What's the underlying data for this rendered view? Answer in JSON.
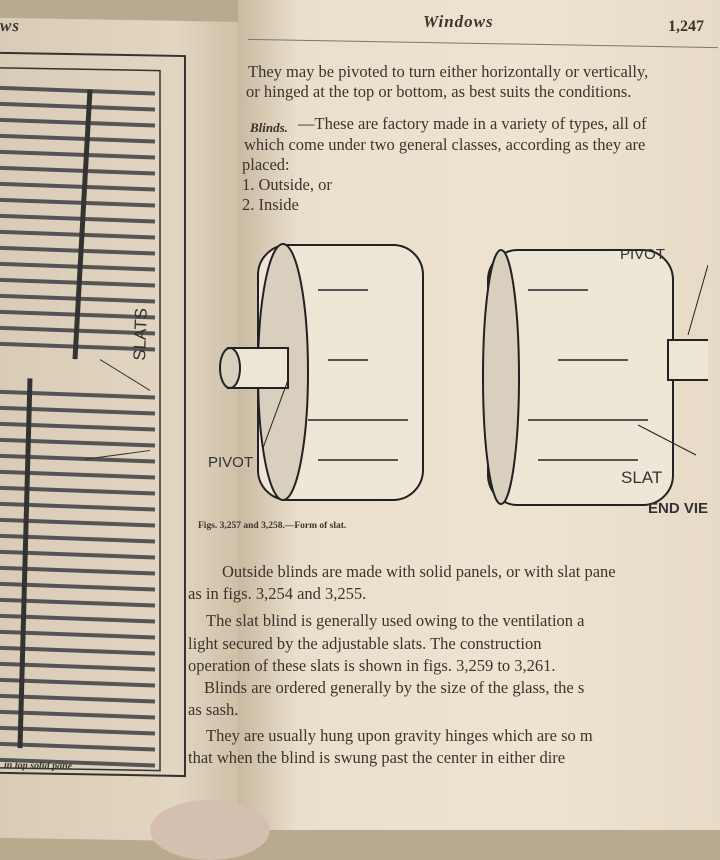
{
  "left_page": {
    "running_head": "ws",
    "figure_label": "SLATS",
    "caption": "in top solid pane"
  },
  "right_page": {
    "running_head": "Windows",
    "page_number": "1,247",
    "paragraph1": [
      "They may be pivoted to turn either horizontally or vertically,",
      "or hinged at the top or bottom, as best suits the conditions."
    ],
    "blinds_heading": "Blinds.",
    "paragraph2": [
      "—These are factory made in a variety of types, all of",
      "which come under two general classes, according as they are",
      "placed:"
    ],
    "list": [
      "1. Outside, or",
      "2. Inside"
    ],
    "figure": {
      "labels": {
        "pivot_left": "PIVOT",
        "pivot_right": "PIVOT",
        "slat": "SLAT",
        "end_view": "END VIE"
      },
      "caption": "Figs. 3,257 and 3,258.—Form of slat."
    },
    "body_lines": [
      "Outside blinds are made with solid panels, or with slat pane",
      "as in figs. 3,254 and 3,255.",
      "The slat blind is generally used owing to the ventilation a",
      "light secured by the adjustable slats.  The construction",
      "operation of these slats is shown in figs. 3,259 to 3,261.",
      "Blinds are ordered generally by the size of the glass, the s",
      "as sash.",
      "They are usually hung upon gravity hinges which are so m",
      "that when the blind is swung past the center in either dire"
    ]
  }
}
